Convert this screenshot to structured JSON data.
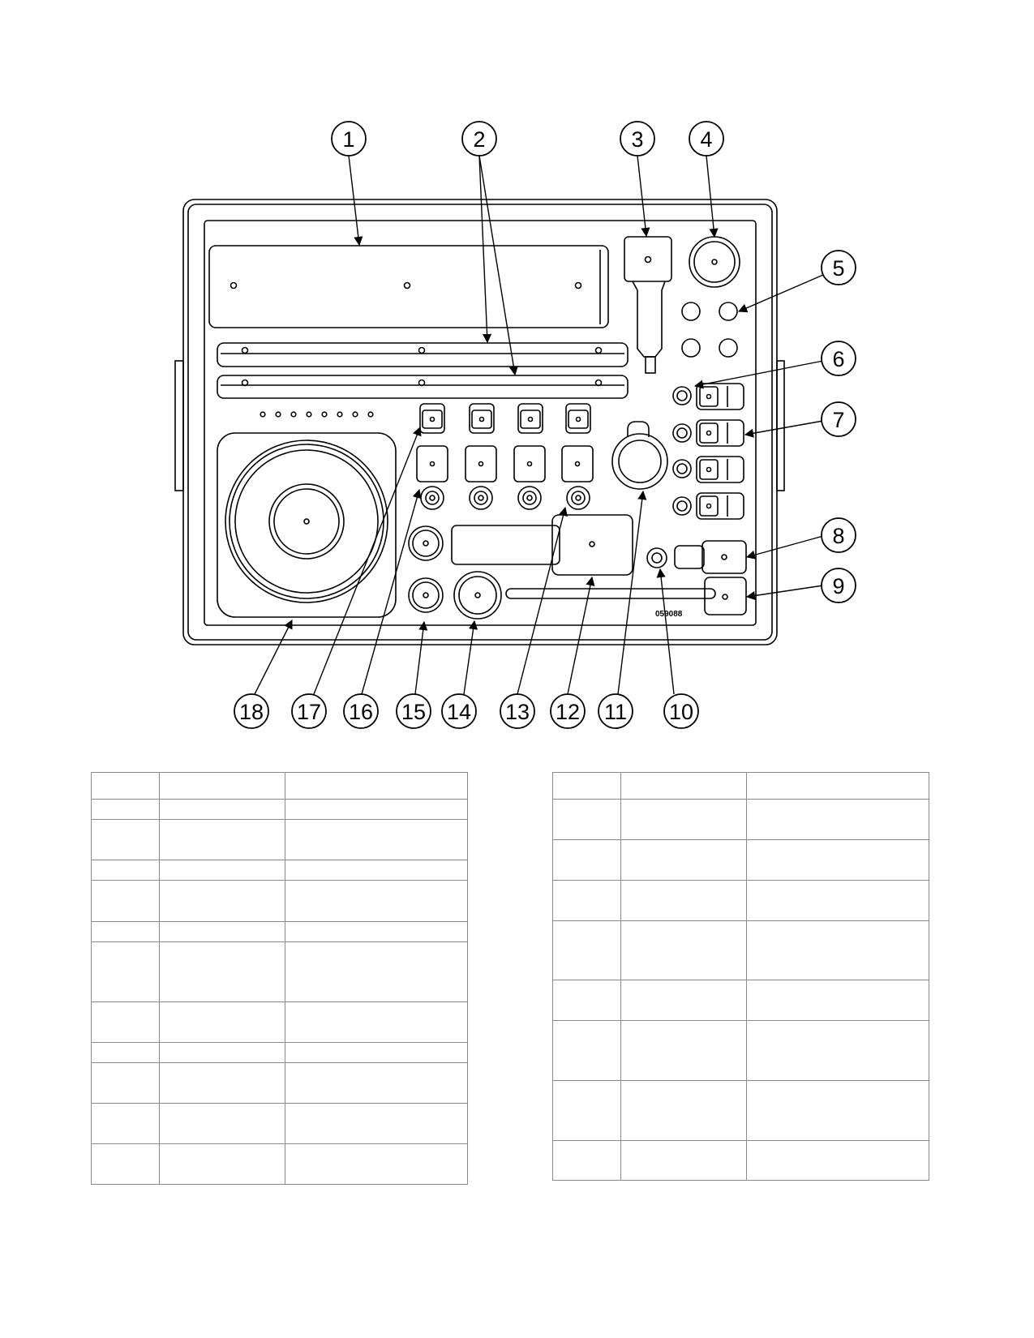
{
  "diagram": {
    "part_number": "059088",
    "callouts": [
      "1",
      "2",
      "3",
      "4",
      "5",
      "6",
      "7",
      "8",
      "9",
      "10",
      "11",
      "12",
      "13",
      "14",
      "15",
      "16",
      "17",
      "18"
    ]
  },
  "tables": {
    "left": {
      "columns": 3,
      "rows": 12
    },
    "right": {
      "columns": 3,
      "rows": 9
    }
  }
}
